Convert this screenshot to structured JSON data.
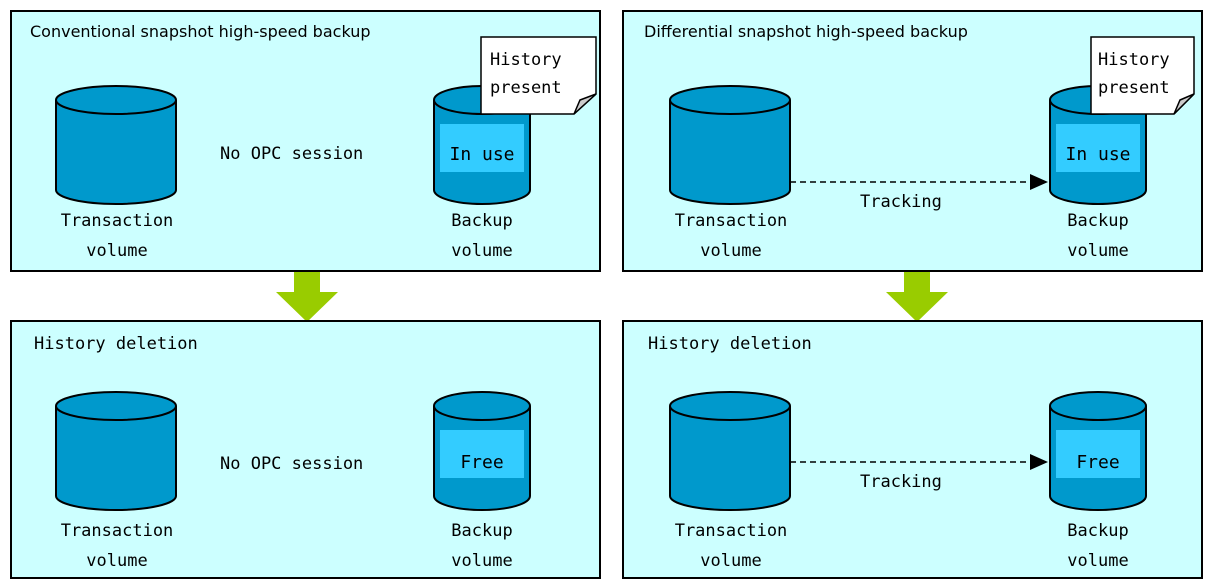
{
  "panels": {
    "tl": {
      "title": "Conventional snapshot high-speed backup",
      "transaction": {
        "line1": "Transaction",
        "line2": "volume"
      },
      "backup": {
        "line1": "Backup",
        "line2": "volume",
        "state": "In use"
      },
      "middle": "No OPC session",
      "note": {
        "line1": "History",
        "line2": "present"
      }
    },
    "tr": {
      "title": "Differential snapshot high-speed backup",
      "transaction": {
        "line1": "Transaction",
        "line2": "volume"
      },
      "backup": {
        "line1": "Backup",
        "line2": "volume",
        "state": "In use"
      },
      "middle": "Tracking",
      "note": {
        "line1": "History",
        "line2": "present"
      }
    },
    "bl": {
      "title": "History deletion",
      "transaction": {
        "line1": "Transaction",
        "line2": "volume"
      },
      "backup": {
        "line1": "Backup",
        "line2": "volume",
        "state": "Free"
      },
      "middle": "No OPC session"
    },
    "br": {
      "title": "History deletion",
      "transaction": {
        "line1": "Transaction",
        "line2": "volume"
      },
      "backup": {
        "line1": "Backup",
        "line2": "volume",
        "state": "Free"
      },
      "middle": "Tracking"
    }
  },
  "colors": {
    "panel_bg": "#ccffff",
    "cylinder_transaction": "#0099cc",
    "cylinder_backup": "#0099cc",
    "cylinder_backup_band": "#33ccff",
    "arrow_green": "#99cc00",
    "note_bg": "#ffffff"
  }
}
